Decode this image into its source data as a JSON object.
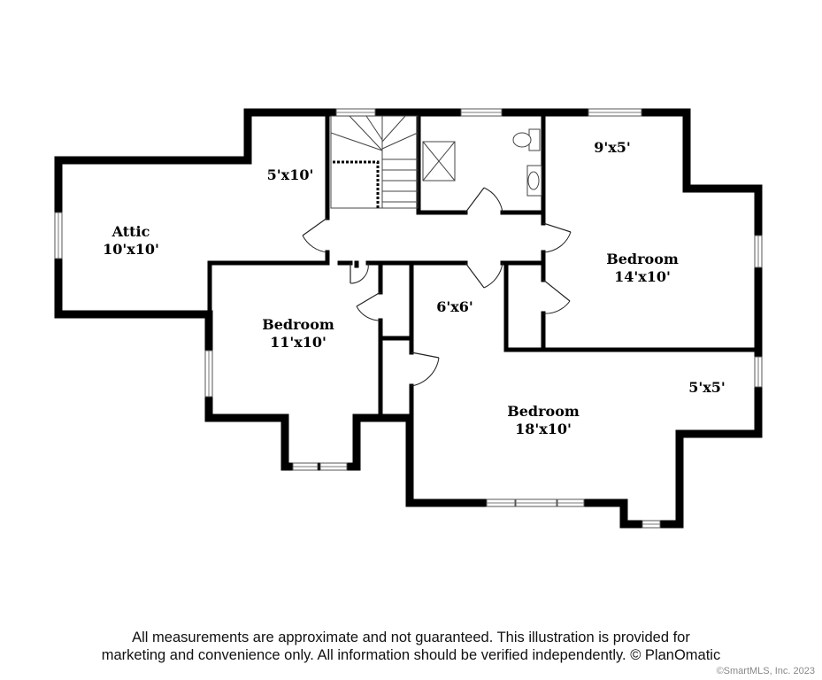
{
  "rooms": [
    {
      "name": "Attic",
      "size": "10'x10'"
    },
    {
      "name": "",
      "size": "5'x10'"
    },
    {
      "name": "",
      "size": "9'x5'"
    },
    {
      "name": "Bedroom",
      "size": "14'x10'"
    },
    {
      "name": "Bedroom",
      "size": "11'x10'"
    },
    {
      "name": "",
      "size": "6'x6'"
    },
    {
      "name": "",
      "size": "5'x5'"
    },
    {
      "name": "Bedroom",
      "size": "18'x10'"
    }
  ],
  "disclaimer": {
    "line1": "All measurements are approximate and not guaranteed. This illustration is provided for",
    "line2": "marketing and convenience only. All information should be verified independently. © PlanOmatic"
  },
  "copyright": "©SmartMLS, Inc.  2023"
}
